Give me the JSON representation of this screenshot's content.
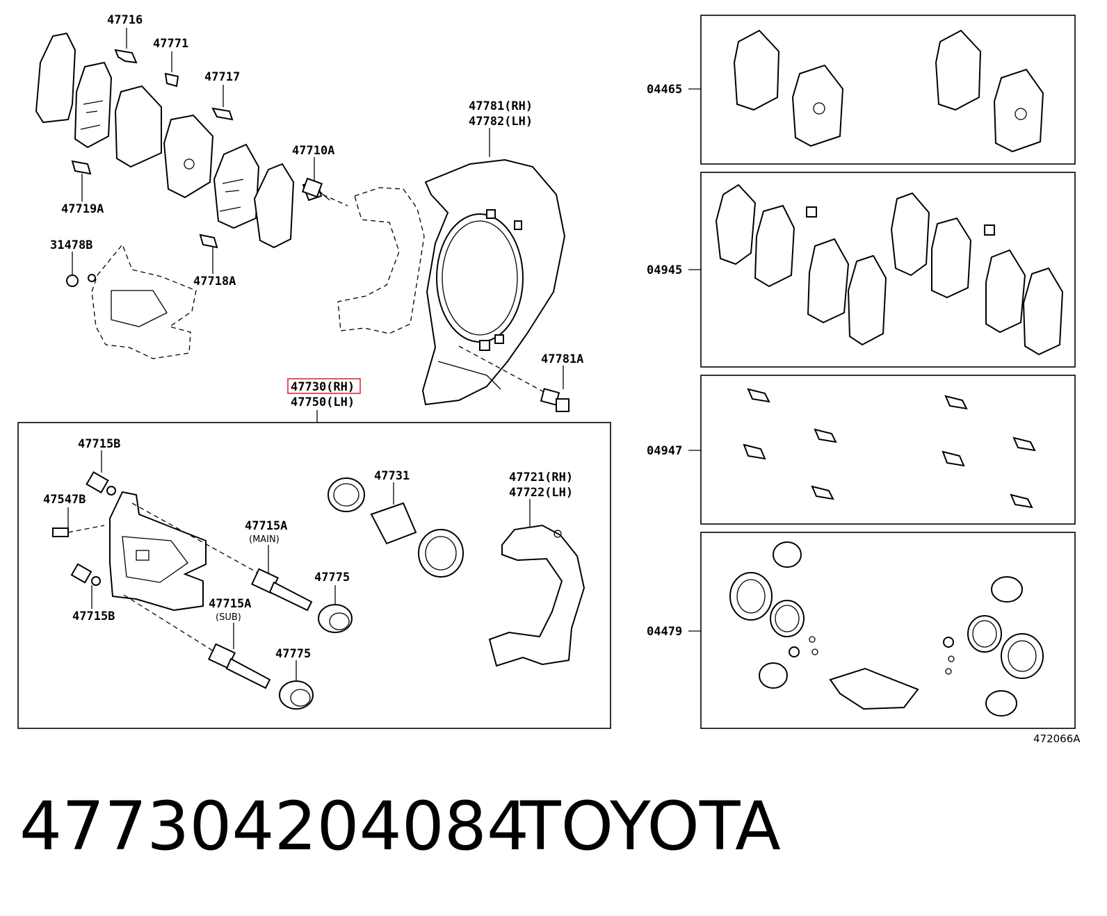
{
  "labels": {
    "p47716": "47716",
    "p47771": "47771",
    "p47717": "47717",
    "p47719a": "47719A",
    "p31478b": "31478B",
    "p47718a": "47718A",
    "p47710a": "47710A",
    "p47781rh": "47781(RH)",
    "p47782lh": "47782(LH)",
    "p47781a": "47781A",
    "p47730rh": "47730(RH)",
    "p47750lh": "47750(LH)",
    "p47715b_top": "47715B",
    "p47547b": "47547B",
    "p47715b_bottom": "47715B",
    "p47715a_main": "47715A",
    "main_tag": "(MAIN)",
    "p47715a_sub": "47715A",
    "sub_tag": "(SUB)",
    "p47731": "47731",
    "p47775_top": "47775",
    "p47775_bottom": "47775",
    "p47721rh": "47721(RH)",
    "p47722lh": "47722(LH)",
    "k04465": "04465",
    "k04945": "04945",
    "k04947": "04947",
    "k04479": "04479",
    "figure_ref": "472066A"
  },
  "highlight": {
    "part": "47730(RH)",
    "color": "#e0282e"
  },
  "footer": {
    "part_number": "477304204084",
    "brand": "TOYOTA"
  }
}
